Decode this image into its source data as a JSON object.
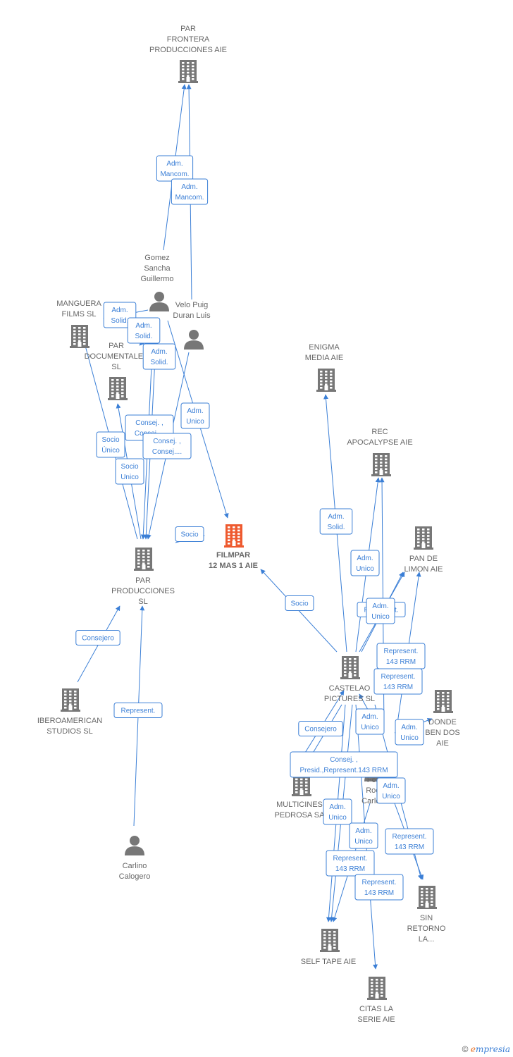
{
  "colors": {
    "edge": "#3b7fd6",
    "company": "#777777",
    "focus": "#ee5a2f",
    "person": "#777777"
  },
  "nodes": [
    {
      "id": "par_frontera",
      "kind": "company",
      "label": [
        "PAR",
        "FRONTERA",
        "PRODUCCIONES AIE"
      ]
    },
    {
      "id": "gomez",
      "kind": "person",
      "label": [
        "Gomez",
        "Sancha",
        "Guillermo"
      ]
    },
    {
      "id": "velo",
      "kind": "person",
      "label": [
        "Velo Puig",
        "Duran Luis"
      ]
    },
    {
      "id": "manguera",
      "kind": "company",
      "label": [
        "MANGUERA",
        "FILMS  SL"
      ]
    },
    {
      "id": "par_doc",
      "kind": "company",
      "label": [
        "PAR",
        "DOCUMENTALES",
        "SL"
      ]
    },
    {
      "id": "enigma",
      "kind": "company",
      "label": [
        "ENIGMA",
        "MEDIA  AIE"
      ]
    },
    {
      "id": "rec",
      "kind": "company",
      "label": [
        "REC",
        "APOCALYPSE AIE"
      ]
    },
    {
      "id": "filmpar",
      "kind": "focus",
      "label": [
        "FILMPAR",
        "12 MAS 1 AIE"
      ]
    },
    {
      "id": "pan",
      "kind": "company",
      "label": [
        "PAN DE",
        "LIMON  AIE"
      ]
    },
    {
      "id": "par_prod",
      "kind": "company",
      "label": [
        "PAR",
        "PRODUCCIONES",
        "SL"
      ]
    },
    {
      "id": "castelao",
      "kind": "company",
      "label": [
        "CASTELAO",
        "PICTURES  SL"
      ]
    },
    {
      "id": "donde",
      "kind": "company",
      "label": [
        "DONDE",
        "BEN DOS",
        "AIE"
      ]
    },
    {
      "id": "ibero",
      "kind": "company",
      "label": [
        "IBEROAMERICAN",
        "STUDIOS  SL"
      ]
    },
    {
      "id": "multicines",
      "kind": "company",
      "label": [
        "MULTICINES",
        "PEDROSA SA"
      ]
    },
    {
      "id": "fernandez",
      "kind": "person",
      "label": [
        "Fer",
        "Roc",
        "Carlos"
      ]
    },
    {
      "id": "carlino",
      "kind": "person",
      "label": [
        "Carlino",
        "Calogero"
      ]
    },
    {
      "id": "sin_retorno",
      "kind": "company",
      "label": [
        "SIN",
        "RETORNO",
        "LA..."
      ]
    },
    {
      "id": "self_tape",
      "kind": "company",
      "label": [
        "SELF TAPE  AIE"
      ]
    },
    {
      "id": "citas",
      "kind": "company",
      "label": [
        "CITAS LA",
        "SERIE  AIE"
      ]
    }
  ],
  "edges": [
    {
      "from": "gomez",
      "to": "par_frontera",
      "label": [
        "Adm.",
        "Mancom."
      ]
    },
    {
      "from": "velo",
      "to": "par_frontera",
      "label": [
        "Adm.",
        "Mancom."
      ]
    },
    {
      "from": "gomez",
      "to": "manguera",
      "label": [
        "Adm.",
        "Solid."
      ]
    },
    {
      "from": "gomez",
      "to": "par_doc",
      "label": [
        "Adm.",
        "Solid."
      ]
    },
    {
      "from": "gomez",
      "to": "par_prod",
      "label": [
        "Adm.",
        "Solid."
      ]
    },
    {
      "from": "gomez",
      "to": "filmpar",
      "label": [
        "Adm.",
        "Unico"
      ]
    },
    {
      "from": "gomez",
      "to": "par_prod",
      "label": [
        "Consej. ,",
        "Consej...."
      ]
    },
    {
      "from": "velo",
      "to": "par_prod",
      "label": [
        "Consej. ,",
        "Consej...."
      ]
    },
    {
      "from": "par_prod",
      "to": "manguera",
      "label": [
        "Socio",
        "Único"
      ]
    },
    {
      "from": "par_prod",
      "to": "par_doc",
      "label": [
        "Socio",
        "Unico"
      ]
    },
    {
      "from": "par_prod",
      "to": "filmpar",
      "label": [
        "Socio"
      ]
    },
    {
      "from": "ibero",
      "to": "par_prod",
      "label": [
        "Consejero"
      ]
    },
    {
      "from": "carlino",
      "to": "par_prod",
      "label": [
        "Represent."
      ]
    },
    {
      "from": "castelao",
      "to": "filmpar",
      "label": [
        "Socio"
      ]
    },
    {
      "from": "castelao",
      "to": "enigma",
      "label": [
        "Adm.",
        "Solid."
      ]
    },
    {
      "from": "castelao",
      "to": "rec",
      "label": [
        "Adm.",
        "Unico"
      ]
    },
    {
      "from": "castelao",
      "to": "pan",
      "label": [
        "Represent."
      ]
    },
    {
      "from": "castelao",
      "to": "pan",
      "label": [
        "Adm.",
        "Unico"
      ]
    },
    {
      "from": "fernandez",
      "to": "rec",
      "label": [
        "Represent.",
        "143 RRM"
      ]
    },
    {
      "from": "fernandez",
      "to": "donde",
      "label": [
        "Adm.",
        "Unico"
      ]
    },
    {
      "from": "fernandez",
      "to": "castelao",
      "label": [
        "Adm.",
        "Unico"
      ]
    },
    {
      "from": "fernandez",
      "to": "pan",
      "label": [
        "Represent.",
        "143 RRM"
      ]
    },
    {
      "from": "castelao",
      "to": "multicines",
      "label": [
        "Consejero"
      ]
    },
    {
      "from": "multicines",
      "to": "castelao",
      "label": [
        "Consej. ,",
        "Presid.,Represent.143 RRM"
      ]
    },
    {
      "from": "castelao",
      "to": "sin_retorno",
      "label": [
        "Adm.",
        "Unico"
      ]
    },
    {
      "from": "fernandez",
      "to": "sin_retorno",
      "label": [
        "Represent.",
        "143 RRM"
      ]
    },
    {
      "from": "castelao",
      "to": "self_tape",
      "label": [
        "Adm.",
        "Unico"
      ]
    },
    {
      "from": "fernandez",
      "to": "self_tape",
      "label": [
        "Adm.",
        "Unico"
      ]
    },
    {
      "from": "fernandez",
      "to": "self_tape",
      "label": [
        "Represent.",
        "143 RRM"
      ]
    },
    {
      "from": "castelao",
      "to": "citas",
      "label": [
        "Represent.",
        "143 RRM"
      ]
    }
  ],
  "brand": {
    "copyright": "©",
    "name_first": "e",
    "name_rest": "mpresia"
  }
}
